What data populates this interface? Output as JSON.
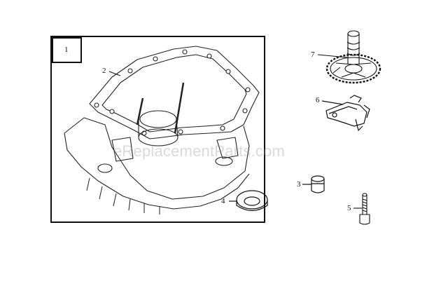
{
  "diagram": {
    "box_label": "1",
    "callouts": [
      {
        "id": "2",
        "part": "gasket"
      },
      {
        "id": "3",
        "part": "plug"
      },
      {
        "id": "4",
        "part": "oil-seal"
      },
      {
        "id": "5",
        "part": "bolt"
      },
      {
        "id": "6",
        "part": "governor-bracket"
      },
      {
        "id": "7",
        "part": "cam-gear"
      }
    ],
    "watermark": "eReplacementParts.com"
  }
}
